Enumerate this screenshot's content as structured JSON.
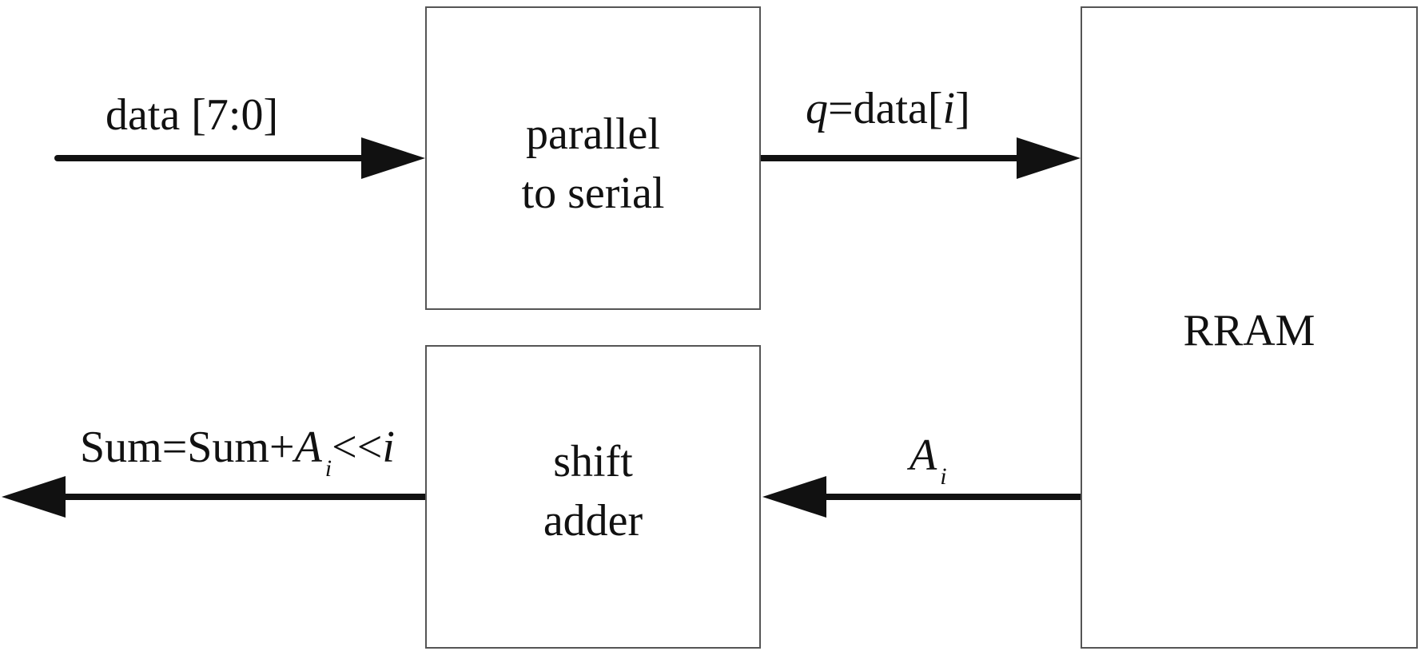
{
  "diagram": {
    "input_label": "data [7:0]",
    "p2s": {
      "line1": "parallel",
      "line2": "to serial"
    },
    "q_label": {
      "var": "q",
      "rest": "=data[",
      "index": "i",
      "close": "]"
    },
    "rram_label": "RRAM",
    "a_label": {
      "var": "A",
      "sub": "i"
    },
    "adder": {
      "line1": "shift",
      "line2": "adder"
    },
    "sum_label": {
      "prefix": "Sum=Sum+",
      "var": "A",
      "sub": "i",
      "op": "<<",
      "shift": "i"
    }
  }
}
